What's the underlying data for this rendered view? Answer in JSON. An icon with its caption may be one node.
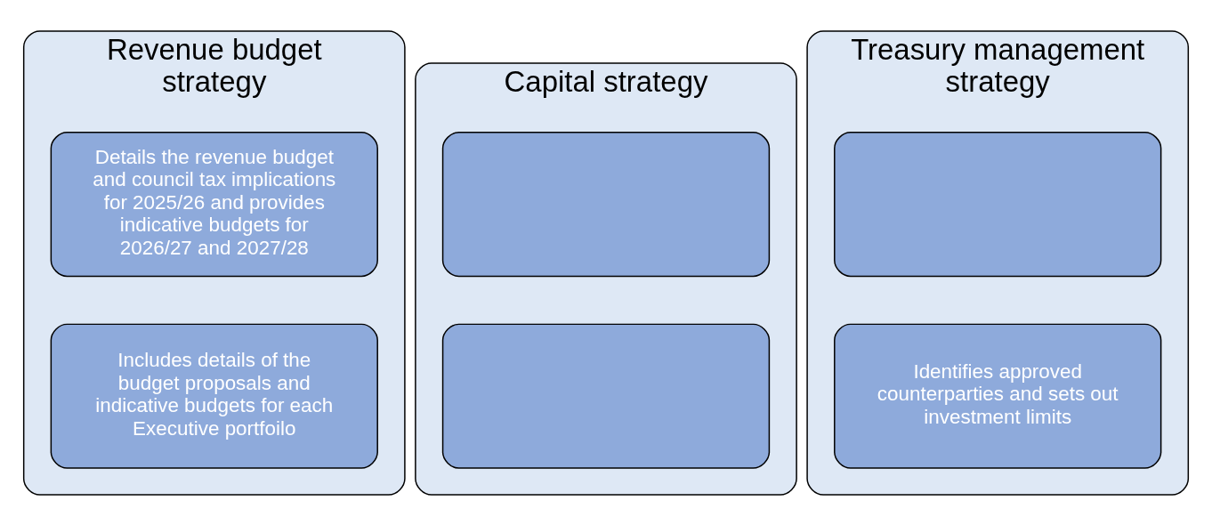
{
  "diagram": {
    "nodes": [
      {
        "text": [
          "Revenue budget strategy"
        ]
      },
      {
        "text": [
          "Details the revenue budget and council tax implications for 2025/26 and provides indicative budgets for 2026/27 and 2027/28"
        ],
        "in": 0
      },
      {
        "text": [
          "Includes details of the budget proposals and indicative budgets for each Executive portfoilo"
        ],
        "in": 0
      },
      {
        "text": [
          "Capital strategy"
        ]
      },
      {
        "text": [],
        "shape": "box",
        "in": 3
      },
      {
        "text": [],
        "shape": "box",
        "in": 3
      },
      {
        "text": [
          "Treasury management strategy"
        ]
      },
      {
        "text": [],
        "shape": "box",
        "in": 6
      },
      {
        "text": [
          "Identifies approved counterparties and sets out investment limits"
        ],
        "in": 6
      }
    ]
  }
}
